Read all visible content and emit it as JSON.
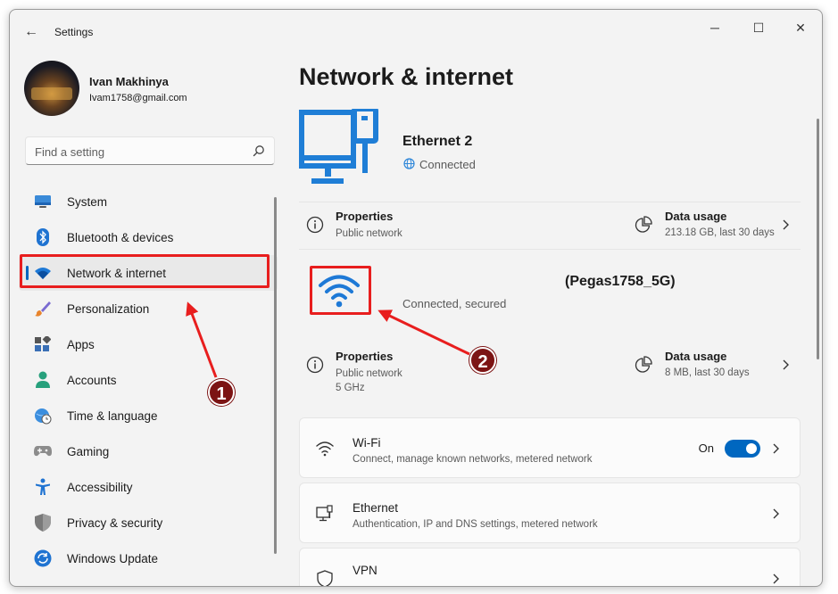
{
  "window": {
    "title": "Settings"
  },
  "controls": {
    "minimize": "─",
    "maximize": "☐",
    "close": "✕",
    "back": "←"
  },
  "user": {
    "name": "Ivan Makhinya",
    "email": "Ivam1758@gmail.com"
  },
  "search": {
    "placeholder": "Find a setting"
  },
  "sidebar": {
    "items": [
      {
        "label": "System",
        "icon": "monitor-icon"
      },
      {
        "label": "Bluetooth & devices",
        "icon": "bluetooth-icon"
      },
      {
        "label": "Network & internet",
        "icon": "wifi-icon",
        "active": true
      },
      {
        "label": "Personalization",
        "icon": "brush-icon"
      },
      {
        "label": "Apps",
        "icon": "apps-icon"
      },
      {
        "label": "Accounts",
        "icon": "person-icon"
      },
      {
        "label": "Time & language",
        "icon": "globe-clock-icon"
      },
      {
        "label": "Gaming",
        "icon": "gamepad-icon"
      },
      {
        "label": "Accessibility",
        "icon": "accessibility-icon"
      },
      {
        "label": "Privacy & security",
        "icon": "shield-icon"
      },
      {
        "label": "Windows Update",
        "icon": "update-icon"
      }
    ]
  },
  "main": {
    "title": "Network & internet",
    "ethernet": {
      "name": "Ethernet 2",
      "status": "Connected",
      "properties_title": "Properties",
      "properties_sub": "Public network",
      "usage_title": "Data usage",
      "usage_sub": "213.18 GB, last 30 days"
    },
    "wifi": {
      "name": "(Pegas1758_5G)",
      "status": "Connected, secured",
      "properties_title": "Properties",
      "properties_sub1": "Public network",
      "properties_sub2": "5 GHz",
      "usage_title": "Data usage",
      "usage_sub": "8 MB, last 30 days"
    },
    "cards": [
      {
        "title": "Wi-Fi",
        "sub": "Connect, manage known networks, metered network",
        "toggle_label": "On",
        "toggle_on": true
      },
      {
        "title": "Ethernet",
        "sub": "Authentication, IP and DNS settings, metered network"
      },
      {
        "title": "VPN"
      }
    ]
  },
  "annotations": {
    "badge1": "1",
    "badge2": "2"
  },
  "colors": {
    "accent": "#0067c0",
    "annotation": "#e81e1e",
    "badge": "#7c1414"
  }
}
